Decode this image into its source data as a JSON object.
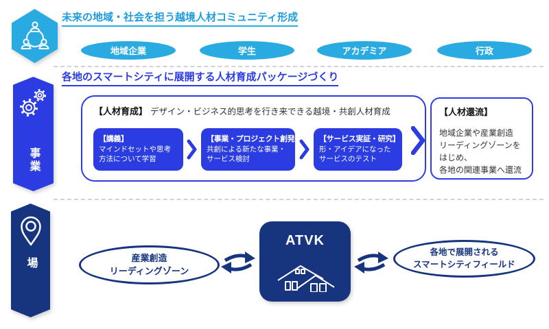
{
  "colors": {
    "cyan": "#29ABE2",
    "royal_blue": "#2B3CE0",
    "navy": "#17357F",
    "text_dark": "#333333",
    "separator": "#D2D2D2"
  },
  "icons": {
    "community": "people-network-icon",
    "business": "gears-icon",
    "place": "map-pin-icon",
    "hub": "house-icon",
    "step_arrow": "chevron-right-icon",
    "exchange": "cycle-arrows-icon"
  },
  "community": {
    "title": "未来の地域・社会を担う越境人材コミュニティ形成",
    "badges": [
      "地域企業",
      "学生",
      "アカデミア",
      "行政"
    ]
  },
  "business": {
    "side_label": "事業",
    "title": "各地のスマートシティに展開する人材育成パッケージづくり",
    "package": {
      "label": "【人材育成】",
      "description": "デザイン・ビジネス的思考を行き来できる越境・共創人材育成",
      "steps": [
        {
          "label": "【講義】",
          "description": "マインドセットや思考\n方法について学習"
        },
        {
          "label": "【事業・プロジェクト創発】",
          "description": "共創による新たな事業・\nサービス検討"
        },
        {
          "label": "【サービス実証・研究】",
          "description": "形・アイデアになった\nサービスのテスト"
        }
      ]
    },
    "outcome": {
      "label": "【人材還流】",
      "description": "地域企業や産業創造\nリーディングゾーンをはじめ、\n各地の関連事業へ還流"
    }
  },
  "place": {
    "side_label": "場",
    "left_node": "産業創造\nリーディングゾーン",
    "hub_label": "ATVK",
    "right_node": "各地で展開される\nスマートシティフィールド"
  }
}
